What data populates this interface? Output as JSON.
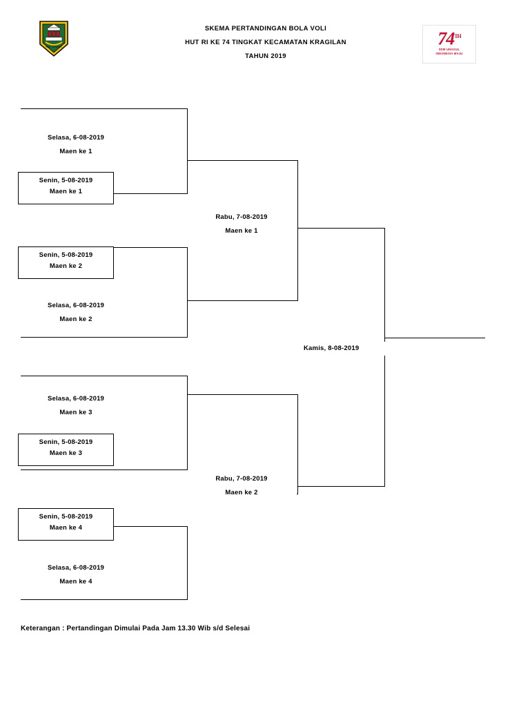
{
  "header": {
    "title_lines": [
      "SKEMA PERTANDINGAN BOLA VOLI",
      "HUT RI KE 74 TINGKAT KECAMATAN KRAGILAN",
      "TAHUN 2019"
    ],
    "left_logo_name": "kabupaten-serang-crest",
    "right_logo": {
      "number": "74",
      "sup": "TH",
      "sub_lines": [
        "SDM UNGGUL",
        "INDONESIA MAJU"
      ],
      "color": "#c8102e"
    }
  },
  "bracket": {
    "round1": [
      {
        "id": "r1-m1-a",
        "line1": "Selasa,  6-08-2019",
        "line2": "Maen ke 1",
        "boxed": false
      },
      {
        "id": "r1-m1-b",
        "line1": "Senin, 5-08-2019",
        "line2": "Maen ke 1",
        "boxed": true
      },
      {
        "id": "r1-m2-a",
        "line1": "Senin, 5-08-2019",
        "line2": "Maen ke 2",
        "boxed": true
      },
      {
        "id": "r1-m2-b",
        "line1": "Selasa,  6-08-2019",
        "line2": "Maen ke 2",
        "boxed": false
      },
      {
        "id": "r1-m3-a",
        "line1": "Selasa,  6-08-2019",
        "line2": "Maen ke 3",
        "boxed": false
      },
      {
        "id": "r1-m3-b",
        "line1": "Senin, 5-08-2019",
        "line2": "Maen ke 3",
        "boxed": true
      },
      {
        "id": "r1-m4-a",
        "line1": "Senin, 5-08-2019",
        "line2": "Maen ke 4",
        "boxed": true
      },
      {
        "id": "r1-m4-b",
        "line1": "Selasa,  6-08-2019",
        "line2": "Maen ke 4",
        "boxed": false
      }
    ],
    "round2": [
      {
        "id": "r2-m1",
        "line1": "Rabu, 7-08-2019",
        "line2": "Maen ke 1"
      },
      {
        "id": "r2-m2",
        "line1": "Rabu, 7-08-2019",
        "line2": "Maen ke 2"
      }
    ],
    "final": {
      "id": "final",
      "line1": "Kamis, 8-08-2019",
      "line2": ""
    }
  },
  "footer": {
    "note": "Keterangan : Pertandingan Dimulai Pada Jam 13.30 Wib s/d Selesai"
  }
}
